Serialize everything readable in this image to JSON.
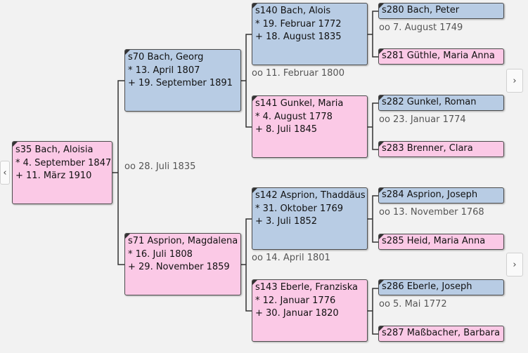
{
  "people": {
    "p35": {
      "id": "s35 Bach, Aloisia",
      "born": "* 4. September 1847",
      "died": "+ 11. März 1910"
    },
    "p70": {
      "id": "s70 Bach, Georg",
      "born": "* 13. April 1807",
      "died": "+ 19. September 1891"
    },
    "p71": {
      "id": "s71 Asprion, Magdalena",
      "born": "* 16. Juli 1808",
      "died": "+ 29. November 1859"
    },
    "p140": {
      "id": "s140 Bach, Alois",
      "born": "* 19. Februar 1772",
      "died": "+ 18. August 1835"
    },
    "p141": {
      "id": "s141 Gunkel, Maria",
      "born": "* 4. August 1778",
      "died": "+ 8. Juli 1845"
    },
    "p142": {
      "id": "s142 Asprion, Thaddäus",
      "born": "* 31. Oktober 1769",
      "died": "+ 3. Juli 1852"
    },
    "p143": {
      "id": "s143 Eberle, Franziska",
      "born": "* 12. Januar 1776",
      "died": "+ 30. Januar 1820"
    },
    "p280": {
      "id": "s280 Bach, Peter"
    },
    "p281": {
      "id": "s281 Güthle, Maria Anna"
    },
    "p282": {
      "id": "s282 Gunkel, Roman"
    },
    "p283": {
      "id": "s283 Brenner, Clara"
    },
    "p284": {
      "id": "s284 Asprion, Joseph"
    },
    "p285": {
      "id": "s285 Heid, Maria Anna"
    },
    "p286": {
      "id": "s286 Eberle, Joseph"
    },
    "p287": {
      "id": "s287 Maßbacher, Barbara"
    }
  },
  "marriages": {
    "m35": "oo 28. Juli 1835",
    "m70": "oo 11. Februar 1800",
    "m71": "oo 14. April 1801",
    "m140": "oo 7. August 1749",
    "m141": "oo 23. Januar 1774",
    "m142": "oo 13. November 1768",
    "m143": "oo 5. Mai 1772"
  },
  "nav": {
    "left": "‹",
    "right": "›"
  },
  "colors": {
    "male": "#b8cce4",
    "female": "#fbc9e6",
    "line": "#333333",
    "background": "#f2f2f2"
  }
}
